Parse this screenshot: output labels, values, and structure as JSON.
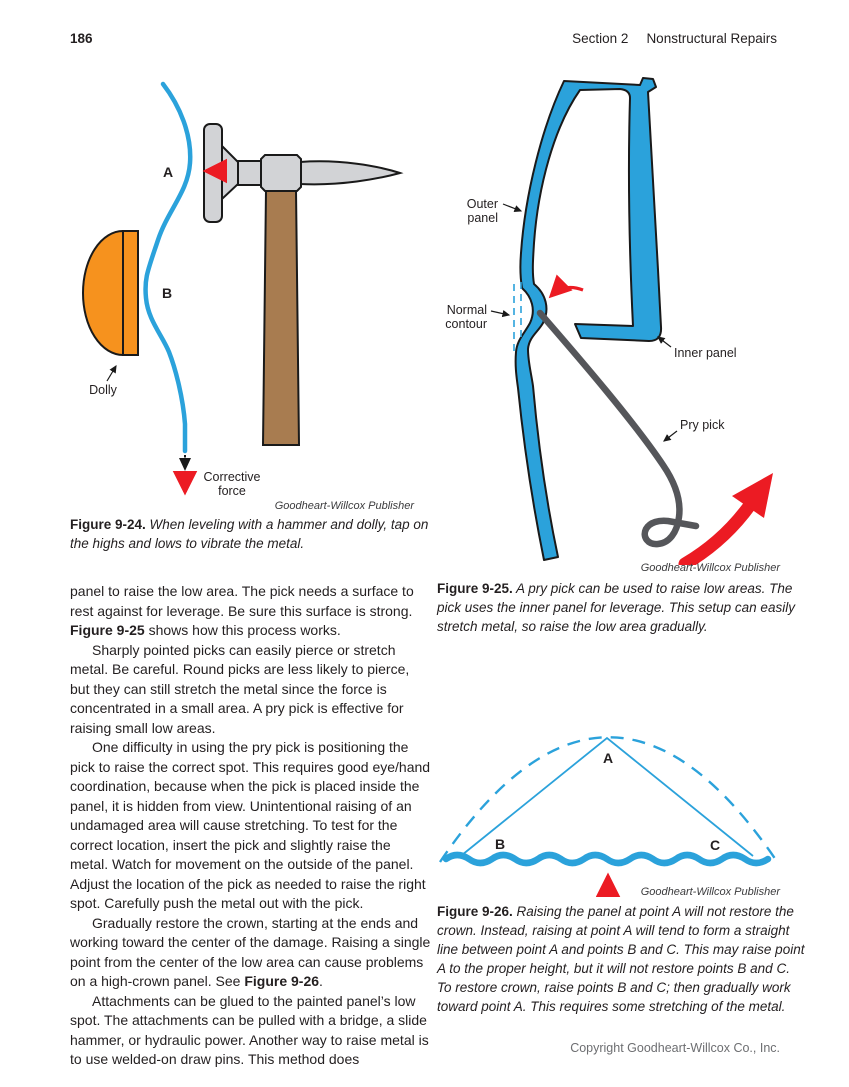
{
  "colors": {
    "blue": "#2ba2db",
    "orange": "#f6921e",
    "red": "#ec1b23",
    "hammer_gray": "#d2d3d6",
    "handle_brown": "#a87c50",
    "pick_gray": "#55565a",
    "ink": "#231f20"
  },
  "header": {
    "page_number": "186",
    "section": "Section 2",
    "section_title": "Nonstructural Repairs"
  },
  "figure24": {
    "labels": {
      "a": "A",
      "b": "B",
      "dolly": "Dolly",
      "corrective_1": "Corrective",
      "corrective_2": "force"
    },
    "credit": "Goodheart-Willcox Publisher",
    "caption_label": "Figure 9-24.",
    "caption_text": " When leveling with a hammer and dolly, tap on the highs and lows to vibrate the metal."
  },
  "figure25": {
    "labels": {
      "outer_1": "Outer",
      "outer_2": "panel",
      "normal_1": "Normal",
      "normal_2": "contour",
      "inner": "Inner panel",
      "pry": "Pry pick"
    },
    "credit": "Goodheart-Willcox Publisher",
    "caption_label": "Figure 9-25.",
    "caption_text": " A pry pick can be used to raise low areas. The pick uses the inner panel for leverage. This setup can easily stretch metal, so raise the low area gradually."
  },
  "figure26": {
    "labels": {
      "a": "A",
      "b": "B",
      "c": "C"
    },
    "credit": "Goodheart-Willcox Publisher",
    "caption_label": "Figure 9-26.",
    "caption_text": " Raising the panel at point A will not restore the crown. Instead, raising at point A will tend to form a straight line between point A and points B and C. This may raise point A to the proper height, but it will not restore points B and C. To restore crown, raise points B and C; then gradually work toward point A. This requires some stretching of the metal."
  },
  "body": {
    "paragraphs": [
      {
        "indent": false,
        "text": "panel to raise the low area. The pick needs a surface to rest against for leverage. Be sure this surface is strong. **Figure 9-25** shows how this process works."
      },
      {
        "indent": true,
        "text": "Sharply pointed picks can easily pierce or stretch metal. Be careful. Round picks are less likely to pierce, but they can still stretch the metal since the force is concentrated in a small area. A pry pick is effective for raising small low areas."
      },
      {
        "indent": true,
        "text": "One difficulty in using the pry pick is positioning the pick to raise the correct spot. This requires good eye/hand coordination, because when the pick is placed inside the panel, it is hidden from view. Unintentional raising of an undamaged area will cause stretching. To test for the correct location, insert the pick and slightly raise the metal. Watch for movement on the outside of the panel. Adjust the location of the pick as needed to raise the right spot. Carefully push the metal out with the pick."
      },
      {
        "indent": true,
        "text": "Gradually restore the crown, starting at the ends and working toward the center of the damage. Raising a single point from the center of the low area can cause problems on a high-crown panel. See **Figure 9-26**."
      },
      {
        "indent": true,
        "text": "Attachments can be glued to the painted panel’s low spot. The attachments can be pulled with a bridge, a slide hammer, or hydraulic power. Another way to raise metal is to use welded-on draw pins. This method does"
      }
    ]
  },
  "footer": {
    "copyright": "Copyright Goodheart-Willcox Co., Inc."
  }
}
